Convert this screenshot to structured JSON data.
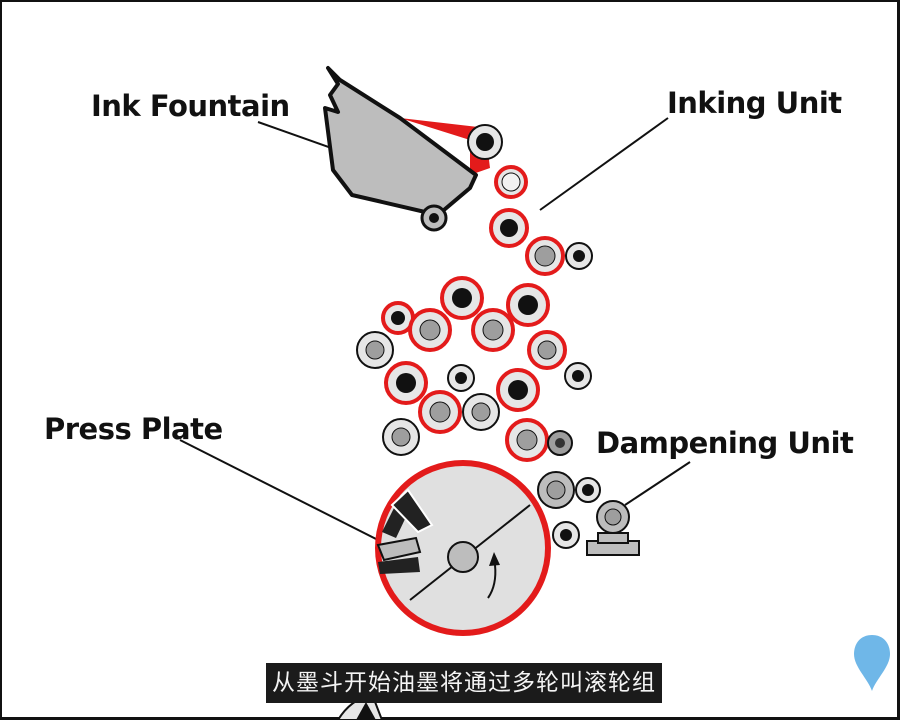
{
  "labels": {
    "ink_fountain": "Ink Fountain",
    "inking_unit": "Inking Unit",
    "press_plate": "Press Plate",
    "dampening_unit": "Dampening Unit"
  },
  "caption": "从墨斗开始油墨将通过多轮叫滚轮组",
  "colors": {
    "ink_red": "#e31b1b",
    "roller_grey": "#bdbdbd",
    "roller_light": "#e6e6e6",
    "outline": "#111111",
    "pin_blue": "#6fb7e8"
  },
  "icons": {
    "pin": "location-pin-icon"
  }
}
